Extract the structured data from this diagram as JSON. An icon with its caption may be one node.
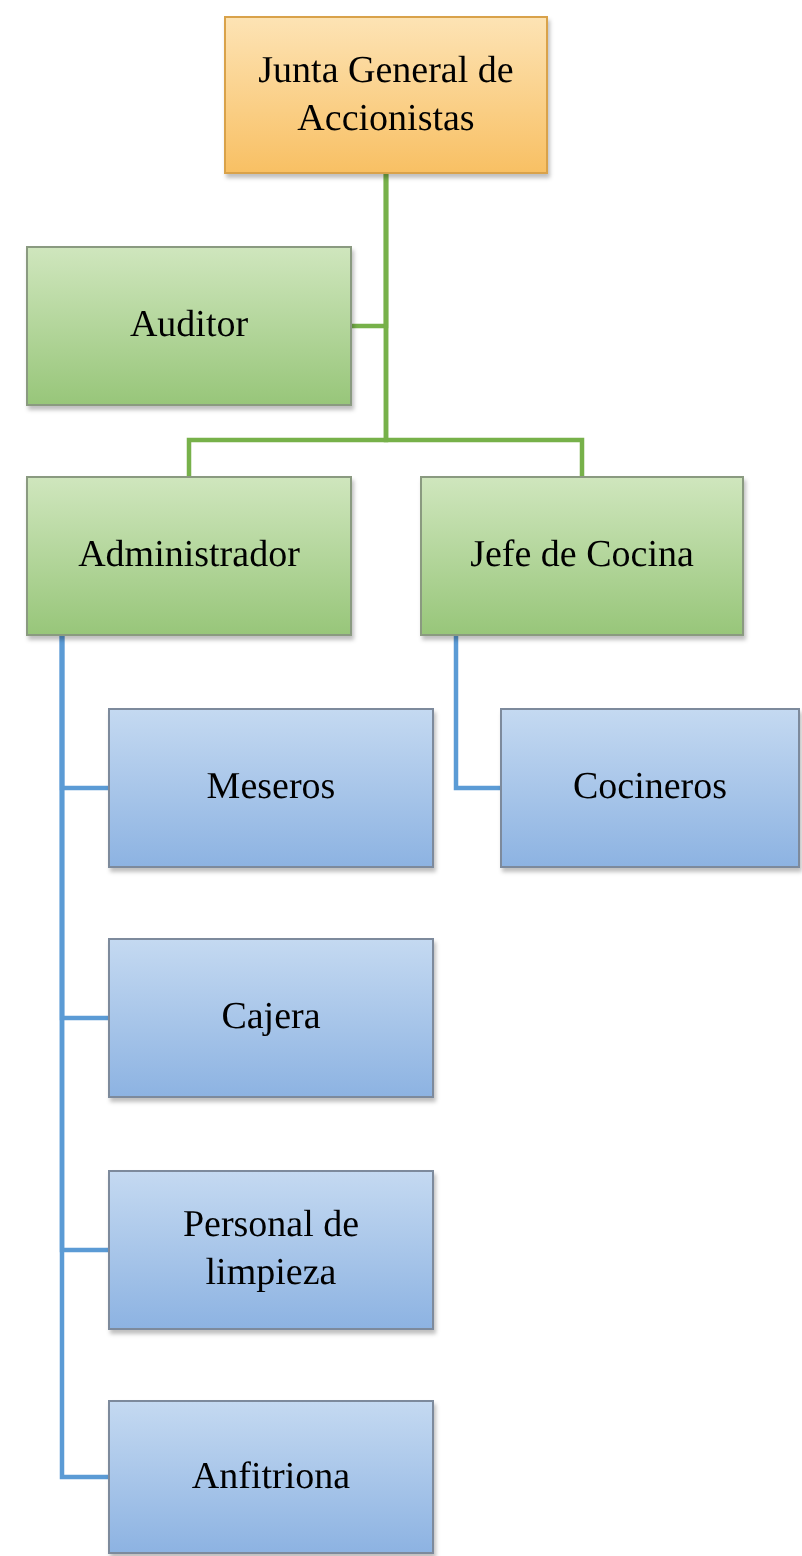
{
  "diagram": {
    "nodes": [
      {
        "text": [
          "Junta General de Accionistas"
        ]
      },
      {
        "text": [
          "Auditor"
        ]
      },
      {
        "text": [
          "Administrador"
        ]
      },
      {
        "text": [
          "Jefe de Cocina"
        ]
      },
      {
        "text": [
          "Meseros"
        ]
      },
      {
        "text": [
          "Cocineros"
        ]
      },
      {
        "text": [
          "Cajera"
        ]
      },
      {
        "text": [
          "Personal de limpieza"
        ]
      },
      {
        "text": [
          "Anfitriona"
        ]
      }
    ],
    "edges": [
      {
        "from": 0,
        "to": 1,
        "arrow": "none",
        "color": "#77b14a"
      },
      {
        "from": 0,
        "to": 2,
        "arrow": "none",
        "color": "#77b14a"
      },
      {
        "from": 0,
        "to": 3,
        "arrow": "none",
        "color": "#77b14a"
      },
      {
        "from": 2,
        "to": 4,
        "arrow": "none"
      },
      {
        "from": 2,
        "to": 6,
        "arrow": "none"
      },
      {
        "from": 2,
        "to": 7,
        "arrow": "none"
      },
      {
        "from": 2,
        "to": 8,
        "arrow": "none"
      },
      {
        "from": 3,
        "to": 5,
        "arrow": "none"
      }
    ]
  }
}
